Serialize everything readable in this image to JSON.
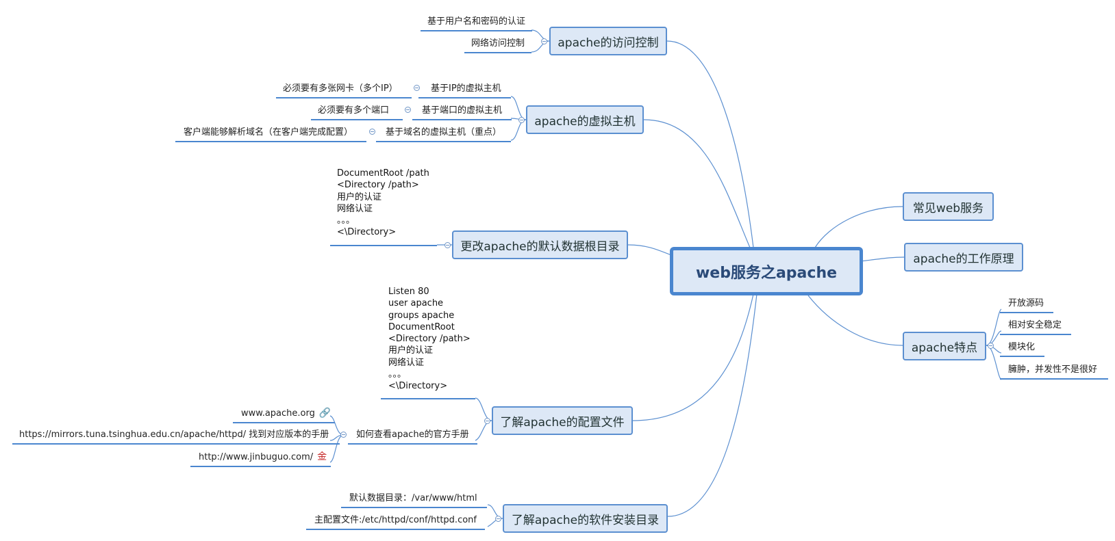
{
  "colors": {
    "line": "#5b8fd0",
    "node_fill": "#dde8f6",
    "node_border": "#5b8fd0",
    "central_border": "#4a86cf"
  },
  "central": {
    "label": "web服务之apache"
  },
  "right": {
    "common_web": "常见web服务",
    "principle": "apache的工作原理",
    "features": {
      "label": "apache特点",
      "items": [
        "开放源码",
        "相对安全稳定",
        "模块化",
        "臃肿，并发性不是很好"
      ]
    }
  },
  "left": {
    "access": {
      "label": "apache的访问控制",
      "items": [
        "基于用户名和密码的认证",
        "网络访问控制"
      ]
    },
    "vhost": {
      "label": "apache的虚拟主机",
      "items": [
        {
          "label": "基于IP的虚拟主机",
          "detail": "必须要有多张网卡（多个IP）"
        },
        {
          "label": "基于端口的虚拟主机",
          "detail": "必须要有多个端口"
        },
        {
          "label": "基于域名的虚拟主机（重点）",
          "detail": "客户端能够解析域名（在客户端完成配置）"
        }
      ]
    },
    "docroot": {
      "label": "更改apache的默认数据根目录",
      "note": "DocumentRoot /path\n<Directory /path>\n用户的认证\n网络认证\n。。。\n<\\Directory>"
    },
    "config": {
      "label": "了解apache的配置文件",
      "note": "Listen 80\nuser apache\ngroups apache\nDocumentRoot\n<Directory /path>\n用户的认证\n网络认证\n。。。\n<\\Directory>",
      "manual": {
        "label": "如何查看apache的官方手册",
        "items": [
          {
            "text": "www.apache.org",
            "icon": "link-icon"
          },
          {
            "text": "https://mirrors.tuna.tsinghua.edu.cn/apache/httpd/  找到对应版本的手册",
            "icon": ""
          },
          {
            "text": "http://www.jinbuguo.com/",
            "icon": "jinbuguo-icon"
          }
        ]
      }
    },
    "install": {
      "label": "了解apache的软件安装目录",
      "items": [
        "默认数据目录：/var/www/html",
        "主配置文件:/etc/httpd/conf/httpd.conf"
      ]
    }
  }
}
